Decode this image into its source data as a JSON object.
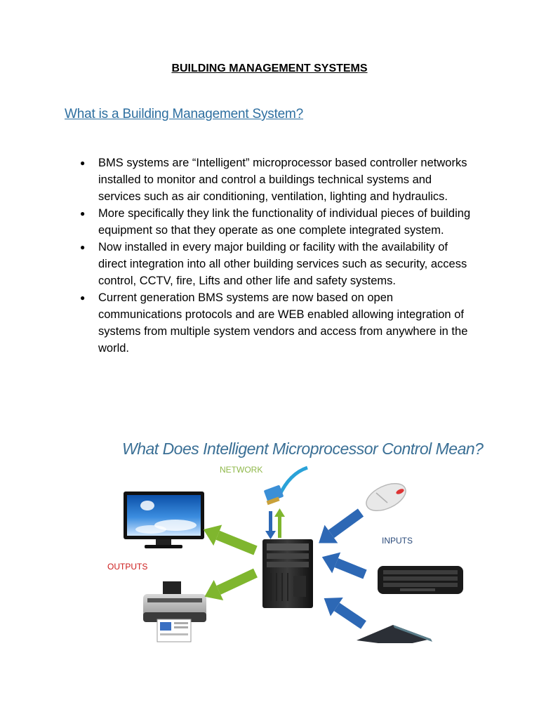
{
  "document": {
    "title": "BUILDING MANAGEMENT SYSTEMS",
    "heading": "What is a Building Management System?",
    "bullets": [
      "BMS systems are “Intelligent” microprocessor based controller networks installed to monitor and control a buildings technical systems and services such as air conditioning, ventilation, lighting and hydraulics.",
      "More specifically they link the functionality of individual pieces of building equipment so that they operate as one complete integrated system.",
      "Now installed in every major building or facility with the availability of direct integration into all other building services such as security, access control, CCTV, fire, Lifts and other life and safety systems.",
      "Current generation BMS systems are now based on open communications protocols and are WEB enabled allowing integration of systems from multiple system vendors and access from anywhere in the world."
    ],
    "bullet_symbol": "●"
  },
  "figure": {
    "title": "What Does Intelligent Microprocessor Control Mean?",
    "labels": {
      "network": "NETWORK",
      "inputs": "INPUTS",
      "outputs": "OUTPUTS"
    },
    "colors": {
      "title": "#3a6f95",
      "network": "#8fb84a",
      "inputs": "#2a4a7a",
      "outputs": "#cc1b1b",
      "input_arrows": "#2d68b5",
      "output_arrows": "#7fb62e"
    },
    "icons": [
      "monitor-icon",
      "printer-icon",
      "server-tower-icon",
      "network-cable-icon",
      "mouse-icon",
      "keyboard-icon",
      "tablet-device-icon"
    ]
  }
}
